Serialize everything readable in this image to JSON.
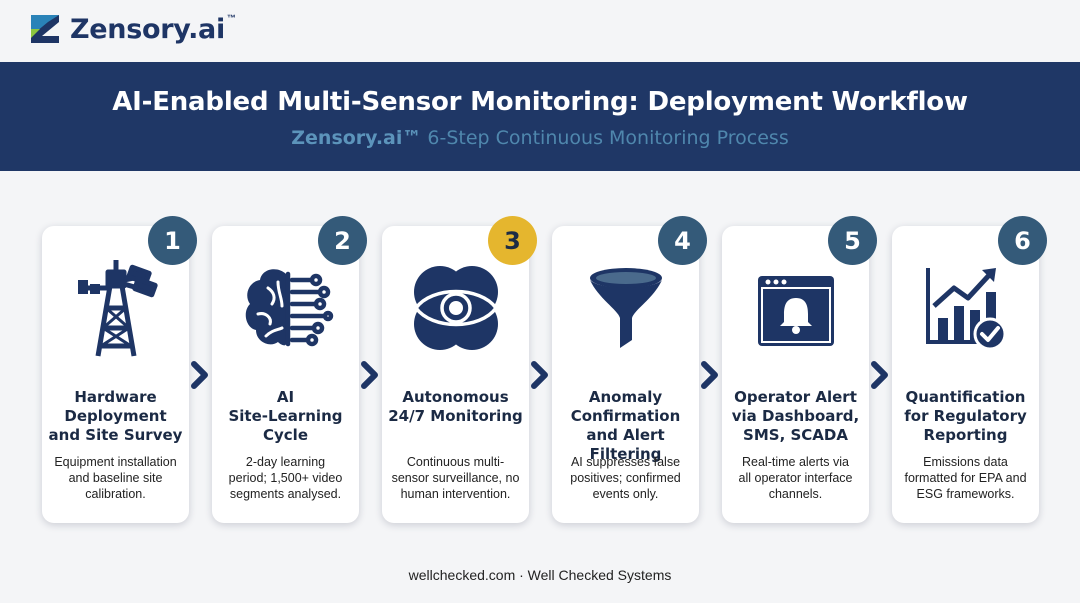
{
  "brand": {
    "name": "Zensory.ai",
    "tm": "™"
  },
  "header": {
    "title": "AI-Enabled Multi-Sensor Monitoring: Deployment Workflow",
    "subtitle_brand": "Zensory.ai™",
    "subtitle_rest": " 6-Step Continuous Monitoring Process"
  },
  "steps": [
    {
      "number": "1",
      "icon": "tower-camera-icon",
      "title": "Hardware\nDeployment\nand Site Survey",
      "desc": "Equipment installation\nand baseline site\ncalibration."
    },
    {
      "number": "2",
      "icon": "brain-circuit-icon",
      "title": "AI\nSite-Learning\nCycle",
      "desc": "2-day learning\nperiod; 1,500+ video\nsegments analysed."
    },
    {
      "number": "3",
      "icon": "eye-monitoring-icon",
      "title": "Autonomous\n24/7 Monitoring",
      "desc": "Continuous multi-\nsensor surveillance, no\nhuman intervention."
    },
    {
      "number": "4",
      "icon": "funnel-icon",
      "title": "Anomaly\nConfirmation\nand Alert Filtering",
      "desc": "AI suppresses false\npositives; confirmed\nevents only."
    },
    {
      "number": "5",
      "icon": "bell-window-icon",
      "title": "Operator Alert\nvia Dashboard,\nSMS, SCADA",
      "desc": "Real-time alerts via\nall operator interface\nchannels."
    },
    {
      "number": "6",
      "icon": "growth-chart-check-icon",
      "title": "Quantification\nfor Regulatory\nReporting",
      "desc": "Emissions data\nformatted for EPA and\nESG frameworks."
    }
  ],
  "footer": "wellchecked.com · Well Checked Systems",
  "colors": {
    "navy": "#1f3766",
    "badge": "#345a79",
    "accent_gold": "#e5b62e",
    "subtitle_blue": "#5c94bb"
  }
}
